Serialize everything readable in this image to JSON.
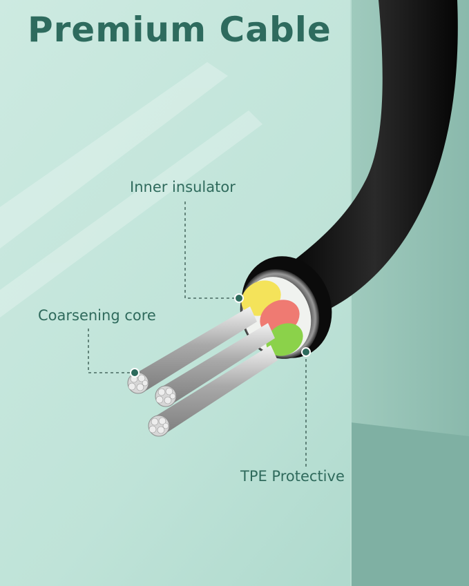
{
  "title": "Premium Cable",
  "labels": {
    "inner_insulator": "Inner insulator",
    "coarsening_core": "Coarsening core",
    "tpe_protective": "TPE Protective"
  },
  "colors": {
    "title_text": "#2e6b5e",
    "label_text": "#2f6a5c",
    "background": "#bfe3d8",
    "wall": "#8ebfb2",
    "cable_jacket": "#111111",
    "insulator_yellow": "#f4e35a",
    "insulator_red": "#ef7a72",
    "insulator_green": "#8bd24a",
    "wire_silver": "#c9c9c9"
  }
}
